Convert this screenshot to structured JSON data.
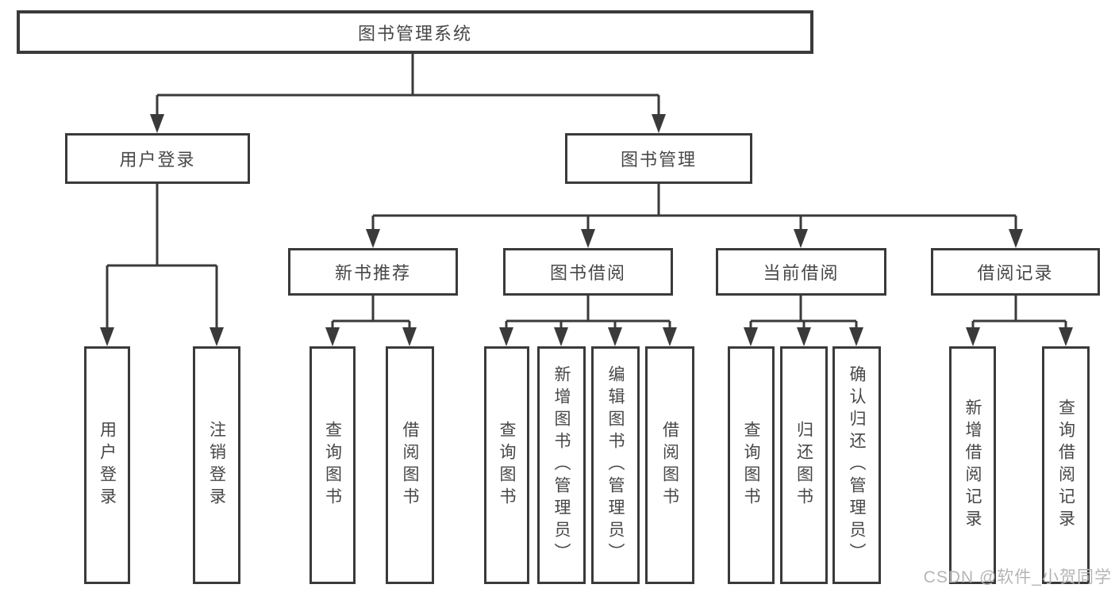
{
  "page": {
    "background_color": "#ffffff",
    "line_color": "#3a3a3a",
    "box_border_color": "#3a3a3a",
    "text_color": "#474747"
  },
  "watermark": {
    "text": "CSDN @软件_小贺同学",
    "color": "#b5b5b5"
  },
  "tree": {
    "root": {
      "label": "图书管理系统"
    },
    "branches": [
      {
        "label": "用户登录",
        "children": [
          {
            "label": "用户登录"
          },
          {
            "label": "注销登录"
          }
        ]
      },
      {
        "label": "图书管理",
        "children": [
          {
            "label": "新书推荐",
            "children": [
              {
                "label": "查询图书"
              },
              {
                "label": "借阅图书"
              }
            ]
          },
          {
            "label": "图书借阅",
            "children": [
              {
                "label": "查询图书"
              },
              {
                "label": "新增图书（管理员）"
              },
              {
                "label": "编辑图书（管理员）"
              },
              {
                "label": "借阅图书"
              }
            ]
          },
          {
            "label": "当前借阅",
            "children": [
              {
                "label": "查询图书"
              },
              {
                "label": "归还图书"
              },
              {
                "label": "确认归还（管理员）"
              }
            ]
          },
          {
            "label": "借阅记录",
            "children": [
              {
                "label": "新增借阅记录"
              },
              {
                "label": "查询借阅记录"
              }
            ]
          }
        ]
      }
    ]
  }
}
